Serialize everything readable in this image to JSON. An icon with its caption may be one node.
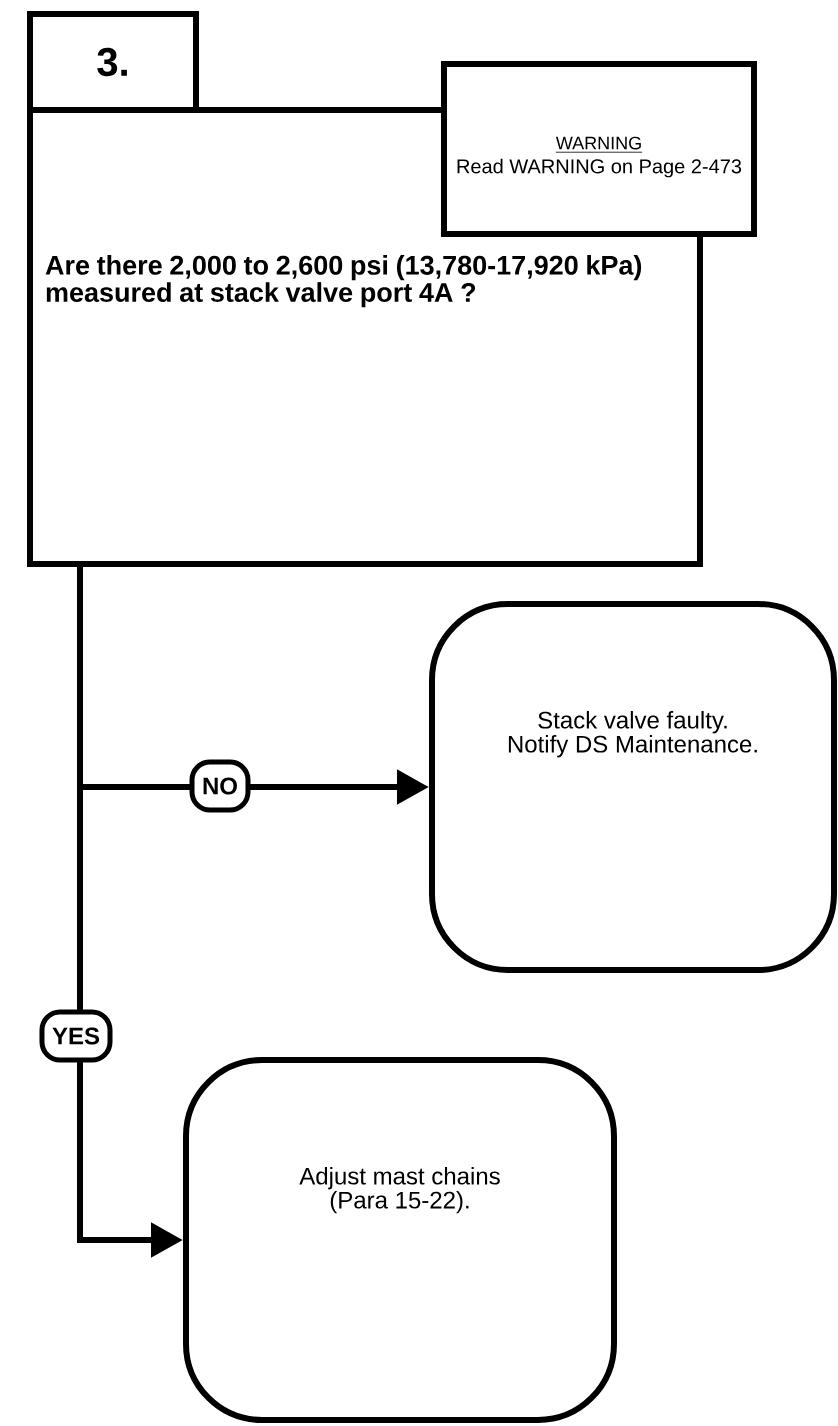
{
  "diagram": {
    "nodes": [
      {
        "text": [
          "3."
        ]
      },
      {
        "text": [
          "Are there 2,000 to 2,600 psi (13,780-17,920 kPa) measured at stack valve port 4A ?"
        ]
      },
      {
        "text": [
          "WARNING",
          "Read WARNING on Page 2-473"
        ]
      },
      {
        "text": [
          "Stack valve faulty. Notify DS Maintenance."
        ]
      },
      {
        "text": [
          "Adjust mast chains (Para 15-22)."
        ]
      }
    ],
    "edges": [
      {
        "from": 1,
        "to": 3,
        "arrow": "to",
        "label": "NO"
      },
      {
        "from": 1,
        "to": 4,
        "arrow": "to",
        "label": "YES"
      }
    ]
  }
}
